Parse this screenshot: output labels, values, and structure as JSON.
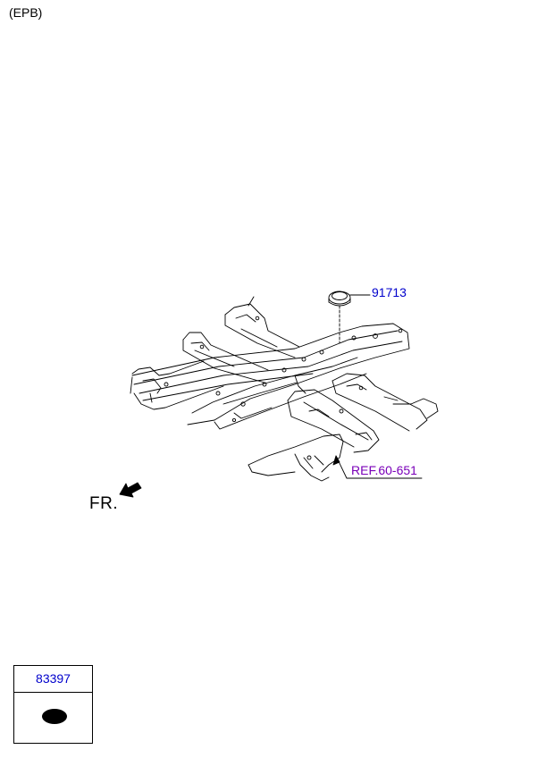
{
  "header": {
    "variant_label": "(EPB)"
  },
  "callouts": {
    "grommet_part_no": "91713",
    "reference": "REF.60-651"
  },
  "orientation": {
    "front_label": "FR."
  },
  "legend": {
    "part_no": "83397"
  },
  "colors": {
    "part_number_text": "#0000cc",
    "reference_text": "#7a00b8",
    "line_art": "#000000"
  },
  "icons": {
    "front_arrow": "arrow-down-left-icon",
    "grommet": "grommet-icon",
    "plug": "plug-icon"
  }
}
